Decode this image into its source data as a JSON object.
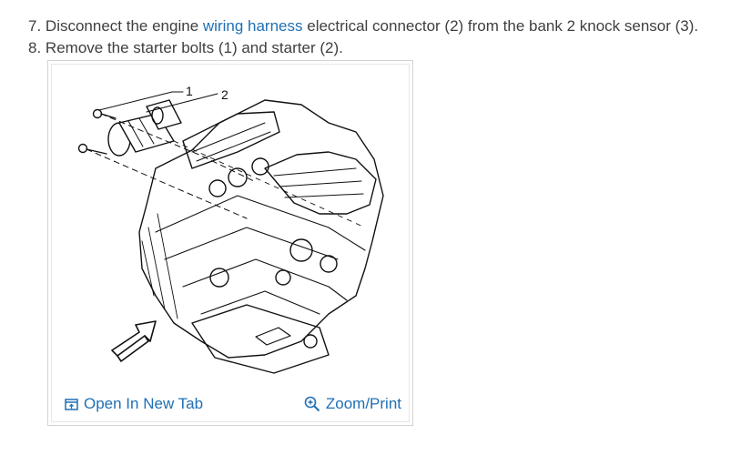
{
  "steps": [
    {
      "number": "7.",
      "before": "Disconnect the engine",
      "link": "wiring harness",
      "after": "electrical connector (2) from the bank 2 knock sensor (3)."
    },
    {
      "number": "8.",
      "text": "Remove the starter bolts (1) and starter (2)."
    }
  ],
  "figure": {
    "callouts": [
      "1",
      "2"
    ],
    "open_tab_label": "Open In New Tab",
    "zoom_label": "Zoom/Print",
    "link_color": "#1f6fb5"
  },
  "icons": {
    "open_tab": "open-in-new-tab-icon",
    "zoom": "zoom-in-icon"
  }
}
